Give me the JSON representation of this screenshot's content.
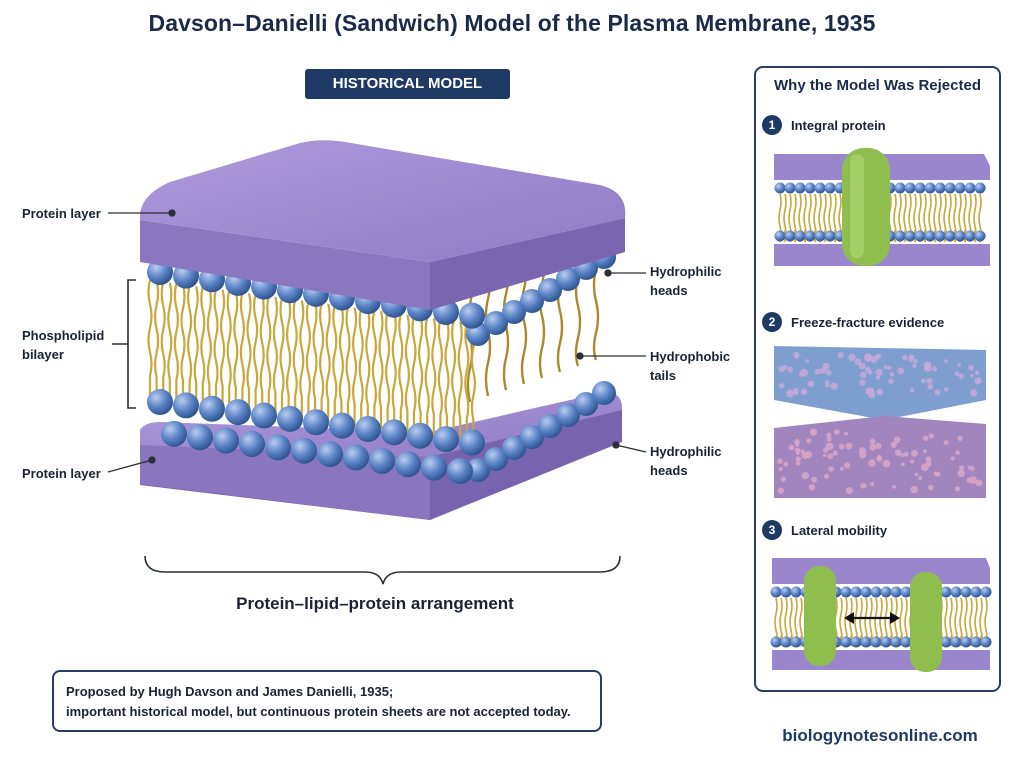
{
  "title": "Davson–Danielli (Sandwich) Model of the Plasma Membrane, 1935",
  "badge": "HISTORICAL MODEL",
  "labels": {
    "protein_layer_top": "Protein layer",
    "phospholipid_bilayer": "Phospholipid\nbilayer",
    "protein_layer_bottom": "Protein layer",
    "hydrophilic_heads_top": "Hydrophilic\nheads",
    "hydrophobic_tails": "Hydrophobic\ntails",
    "hydrophilic_heads_bottom": "Hydrophilic\nheads"
  },
  "caption": "Protein–lipid–protein arrangement",
  "note": {
    "line1": "Proposed by Hugh Davson and James Danielli, 1935;",
    "line2": "important historical model, but continuous protein sheets are not accepted today."
  },
  "panel": {
    "title": "Why the Model Was Rejected",
    "items": [
      {
        "number": "1",
        "label": "Integral protein"
      },
      {
        "number": "2",
        "label": "Freeze-fracture evidence"
      },
      {
        "number": "3",
        "label": "Lateral mobility"
      }
    ]
  },
  "website": "biologynotesonline.com",
  "colors": {
    "protein": "#9a86cc",
    "protein_top": "#a894d8",
    "head": "#5b84c6",
    "tail": "#c9a73a",
    "integral_protein": "#8fbe4f",
    "fracture_blue": "#7f9ed0",
    "fracture_purple": "#a085bf",
    "navy": "#1e3a64"
  },
  "icons": [
    "bracket-icon",
    "double-arrow-icon"
  ]
}
